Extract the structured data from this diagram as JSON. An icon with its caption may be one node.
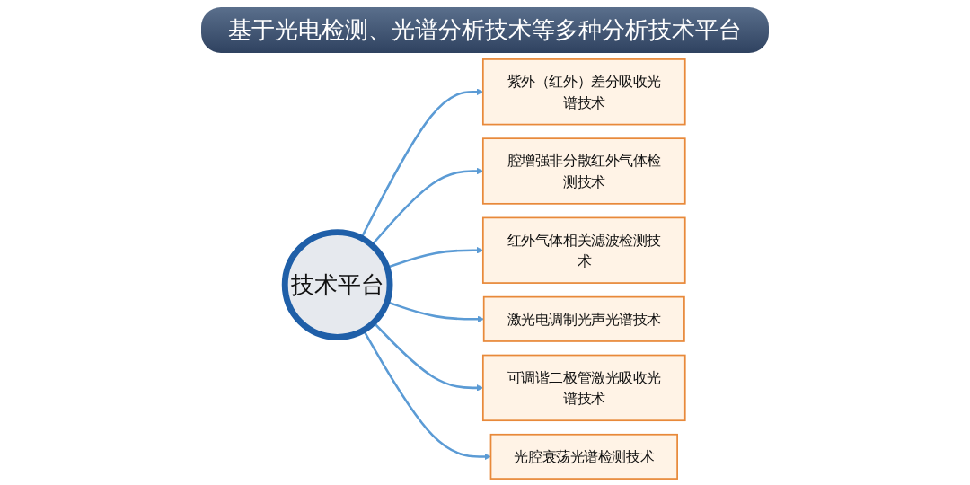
{
  "diagram": {
    "title": "基于光电检测、光谱分析技术等多种分析技术平台",
    "nodes": [
      {
        "text": [
          "技术平台"
        ]
      },
      {
        "text": [
          "紫外（红外）差分吸收光谱技术"
        ]
      },
      {
        "text": [
          "腔增强非分散红外气体检测技术"
        ]
      },
      {
        "text": [
          "红外气体相关滤波检测技术"
        ]
      },
      {
        "text": [
          "激光电调制光声光谱技术"
        ]
      },
      {
        "text": [
          "可调谐二极管激光吸收光谱技术"
        ]
      },
      {
        "text": [
          "光腔衰荡光谱检测技术"
        ]
      }
    ],
    "edges": [
      {
        "from": 0,
        "to": 1,
        "arrow": "to"
      },
      {
        "from": 0,
        "to": 2,
        "arrow": "to"
      },
      {
        "from": 0,
        "to": 3,
        "arrow": "to"
      },
      {
        "from": 0,
        "to": 4,
        "arrow": "to"
      },
      {
        "from": 0,
        "to": 5,
        "arrow": "to"
      },
      {
        "from": 0,
        "to": 6,
        "arrow": "to"
      }
    ]
  }
}
